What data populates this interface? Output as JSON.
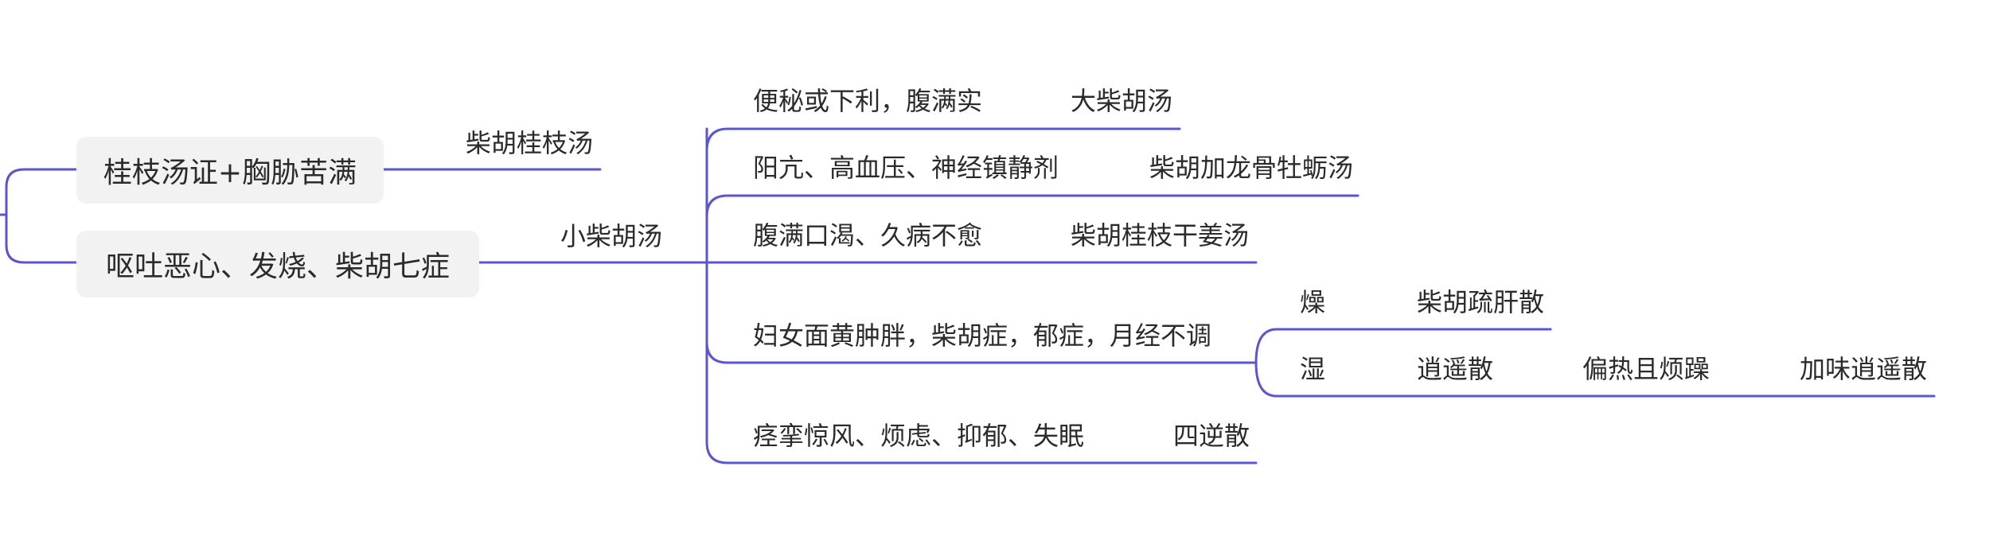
{
  "colors": {
    "connector": "#5a55d2",
    "node_fill": "#f2f2f2",
    "text": "#2b2b2b"
  },
  "nodes": {
    "guizhi_xiong": "桂枝汤证+胸胁苦满",
    "ou_tu": "呕吐恶心、发烧、柴胡七症",
    "chaihu_guizhi": "柴胡桂枝汤",
    "xiao_chaihu": "小柴胡汤",
    "bianmi": "便秘或下利，腹满实",
    "da_chaihu": "大柴胡汤",
    "yang_kang": "阳亢、高血压、神经镇静剂",
    "longgu_muli": "柴胡加龙骨牡蛎汤",
    "fuman": "腹满口渴、久病不愈",
    "guizhi_ganjiang": "柴胡桂枝干姜汤",
    "funv": "妇女面黄肿胖，柴胡症，郁症，月经不调",
    "zao": "燥",
    "shugan": "柴胡疏肝散",
    "shi": "湿",
    "xiaoyao": "逍遥散",
    "pianre": "偏热且烦躁",
    "jiawei_xiaoyao": "加味逍遥散",
    "jingluan": "痉挛惊风、烦虑、抑郁、失眠",
    "sini": "四逆散"
  }
}
